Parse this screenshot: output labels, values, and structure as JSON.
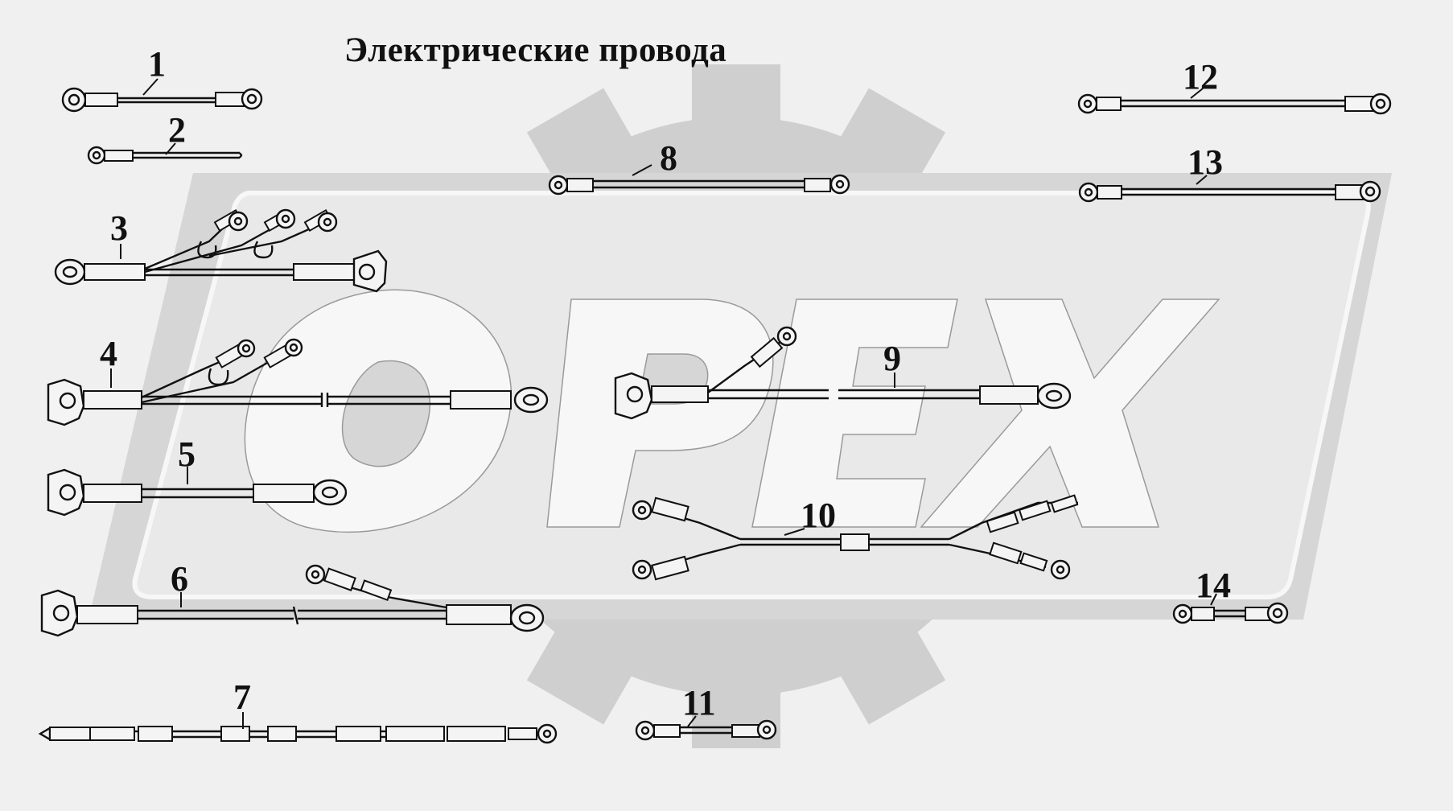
{
  "title": "Электрические провода",
  "watermark": {
    "text": "OPEX",
    "gear_color": "#cfcfcf",
    "band_color": "#d6d6d6",
    "letter_fill": "#f7f7f7"
  },
  "colors": {
    "background": "#f0f0f0",
    "ink": "#111111"
  },
  "parts": [
    {
      "id": "1",
      "label": "1",
      "name": "wire-1"
    },
    {
      "id": "2",
      "label": "2",
      "name": "wire-2"
    },
    {
      "id": "3",
      "label": "3",
      "name": "wire-3"
    },
    {
      "id": "4",
      "label": "4",
      "name": "wire-4"
    },
    {
      "id": "5",
      "label": "5",
      "name": "wire-5"
    },
    {
      "id": "6",
      "label": "6",
      "name": "wire-6"
    },
    {
      "id": "7",
      "label": "7",
      "name": "wire-7"
    },
    {
      "id": "8",
      "label": "8",
      "name": "wire-8"
    },
    {
      "id": "9",
      "label": "9",
      "name": "wire-9"
    },
    {
      "id": "10",
      "label": "10",
      "name": "wire-harness-10"
    },
    {
      "id": "11",
      "label": "11",
      "name": "wire-11"
    },
    {
      "id": "12",
      "label": "12",
      "name": "wire-12"
    },
    {
      "id": "13",
      "label": "13",
      "name": "wire-13"
    },
    {
      "id": "14",
      "label": "14",
      "name": "wire-14"
    }
  ]
}
